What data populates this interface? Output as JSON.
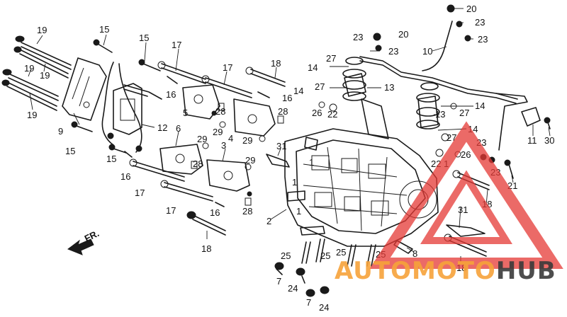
{
  "diagram": {
    "callouts": [
      "1",
      "2",
      "3",
      "4",
      "5",
      "6",
      "7",
      "8",
      "9",
      "10",
      "11",
      "12",
      "13",
      "14",
      "15",
      "16",
      "17",
      "18",
      "19",
      "20",
      "21",
      "22",
      "23",
      "24",
      "25",
      "26",
      "27",
      "28",
      "29",
      "30",
      "31"
    ],
    "direction_arrow": {
      "text": "FR.",
      "icon": "arrow-forward-icon"
    }
  },
  "watermark": {
    "text_auto": "AUTO",
    "text_moto": "MOTO",
    "text_hub": "HUB",
    "colors": {
      "auto": "#f7a33a",
      "moto": "#f7a33a",
      "hub": "#3a3a3a",
      "triangle": "#e53935"
    }
  }
}
